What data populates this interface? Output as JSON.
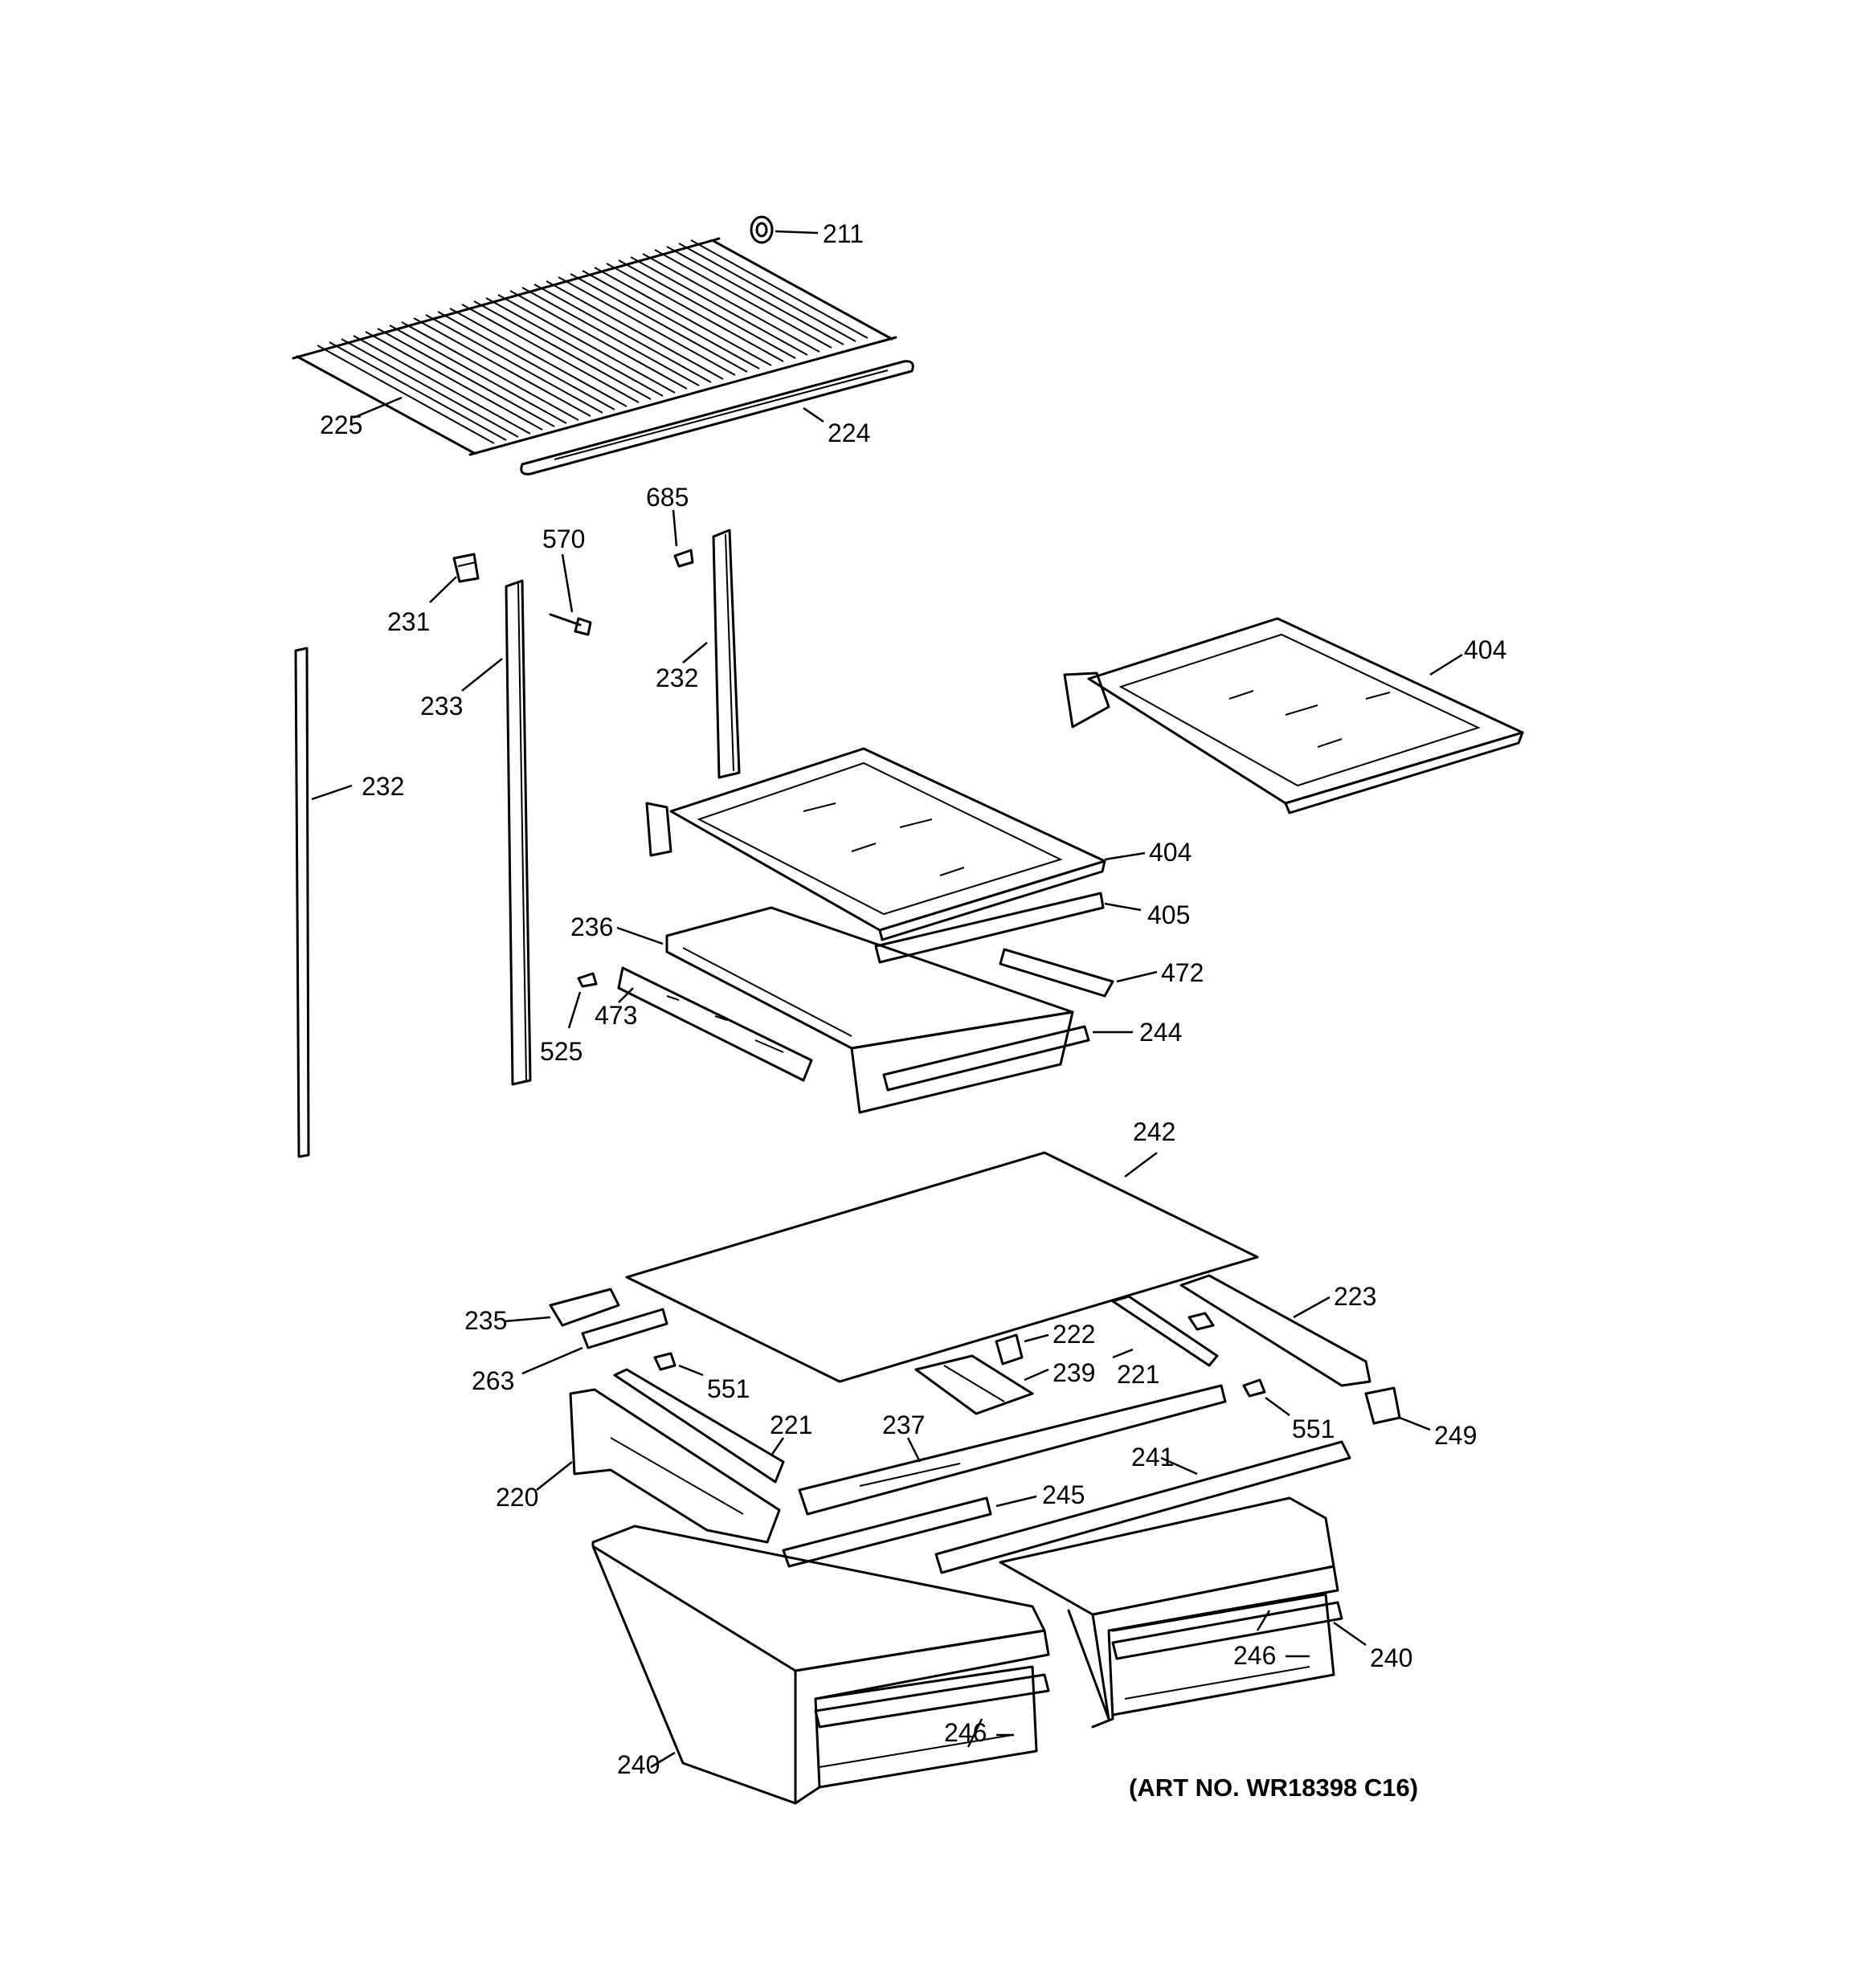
{
  "art_number": "(ART NO. WR18398 C16)",
  "callouts": {
    "c211": "211",
    "c225": "225",
    "c224": "224",
    "c685": "685",
    "c570": "570",
    "c231": "231",
    "c233": "233",
    "c232a": "232",
    "c232b": "232",
    "c404a": "404",
    "c404b": "404",
    "c405": "405",
    "c236": "236",
    "c472": "472",
    "c473": "473",
    "c525": "525",
    "c244": "244",
    "c242": "242",
    "c235": "235",
    "c223": "223",
    "c222": "222",
    "c263": "263",
    "c239": "239",
    "c221a": "221",
    "c551a": "551",
    "c221b": "221",
    "c237": "237",
    "c551b": "551",
    "c249": "249",
    "c220": "220",
    "c241": "241",
    "c245": "245",
    "c246a": "246",
    "c240a": "240",
    "c246b": "246",
    "c240b": "240"
  }
}
